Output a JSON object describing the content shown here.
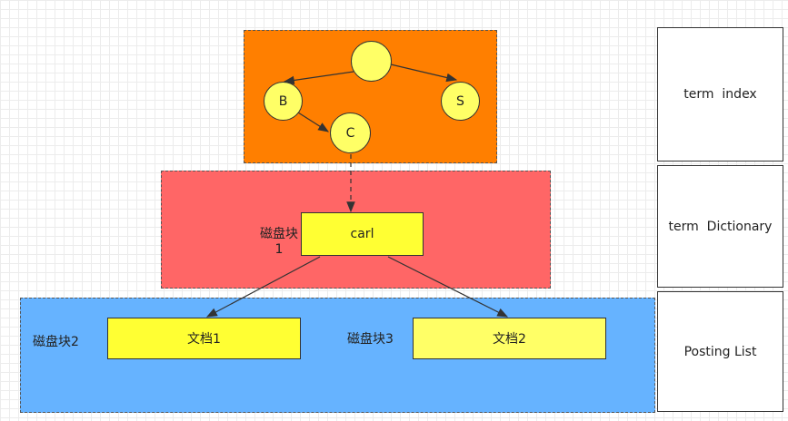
{
  "diagram": {
    "tree": {
      "root_label": "",
      "left_label": "B",
      "right_label": "S",
      "child_label": "C"
    },
    "dictionary": {
      "term_label": "carl",
      "disk_block_label": "磁盘块1"
    },
    "postings": {
      "doc1_label": "文档1",
      "doc2_label": "文档2",
      "disk_block2_label": "磁盘块2",
      "disk_block3_label": "磁盘块3"
    },
    "sidebar": {
      "term_index": "term  index",
      "term_dictionary": "term  Dictionary",
      "posting_list": "Posting List"
    }
  }
}
